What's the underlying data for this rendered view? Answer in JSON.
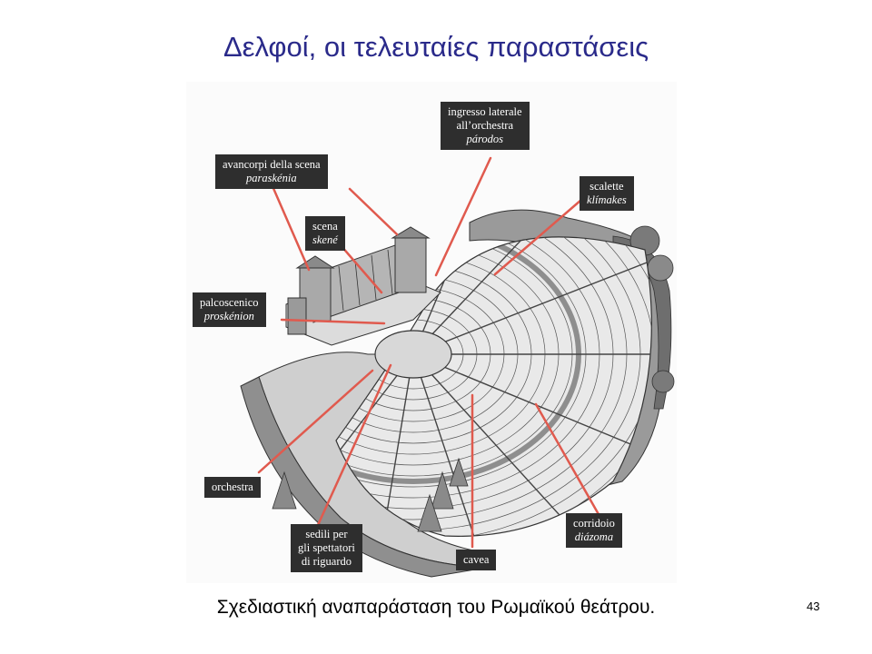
{
  "slide": {
    "title": "Δελφοί, οι τελευταίες παραστάσεις",
    "caption": "Σχεδιαστική αναπαράσταση του Ρωμαϊκού θεάτρου.",
    "page_number": "43"
  },
  "labels": {
    "parodos": {
      "line1": "ingresso laterale",
      "line2": "all’orchestra",
      "line3": "párodos"
    },
    "paraskenia": {
      "line1": "avancorpi della scena",
      "line2": "paraskénia"
    },
    "skene": {
      "line1": "scena",
      "line2": "skené"
    },
    "klimakes": {
      "line1": "scalette",
      "line2": "klímakes"
    },
    "proskenion": {
      "line1": "palcoscenico",
      "line2": "proskénion"
    },
    "orchestra": {
      "line1": "orchestra"
    },
    "seats": {
      "line1": "sedili per",
      "line2": "gli spettatori",
      "line3": "di riguardo"
    },
    "cavea": {
      "line1": "cavea"
    },
    "diazoma": {
      "line1": "corridoio",
      "line2": "diázoma"
    }
  },
  "colors": {
    "title": "#2a2a8a",
    "label_bg": "#2e2e2e",
    "label_text": "#ffffff",
    "pointer": "#e05a4e",
    "drawing_stroke": "#333333"
  }
}
